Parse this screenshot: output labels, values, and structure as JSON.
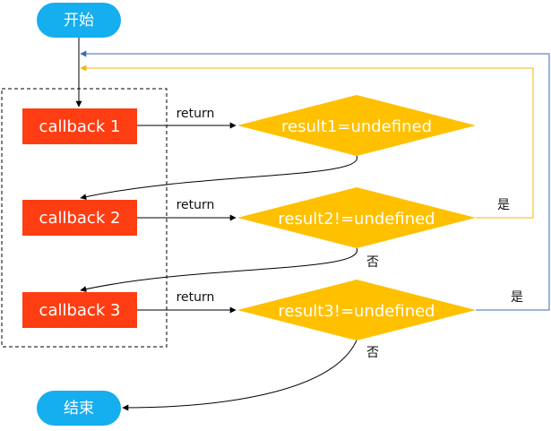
{
  "colors": {
    "terminal": "#15AEEF",
    "callback": "#FF3D12",
    "decision": "#FFC000",
    "yes_loop_gold": "#F5B800",
    "yes_loop_blue": "#3A6BB5",
    "arrow": "#000000",
    "dashed_border": "#000000"
  },
  "nodes": {
    "start": "开始",
    "end": "结束",
    "callback1": "callback 1",
    "callback2": "callback 2",
    "callback3": "callback 3",
    "decision1": "result1=undefined",
    "decision2": "result2!=undefined",
    "decision3": "result3!=undefined"
  },
  "edge_labels": {
    "return1": "return",
    "return2": "return",
    "return3": "return",
    "yes2": "是",
    "yes3": "是",
    "no2": "否",
    "no3": "否"
  }
}
